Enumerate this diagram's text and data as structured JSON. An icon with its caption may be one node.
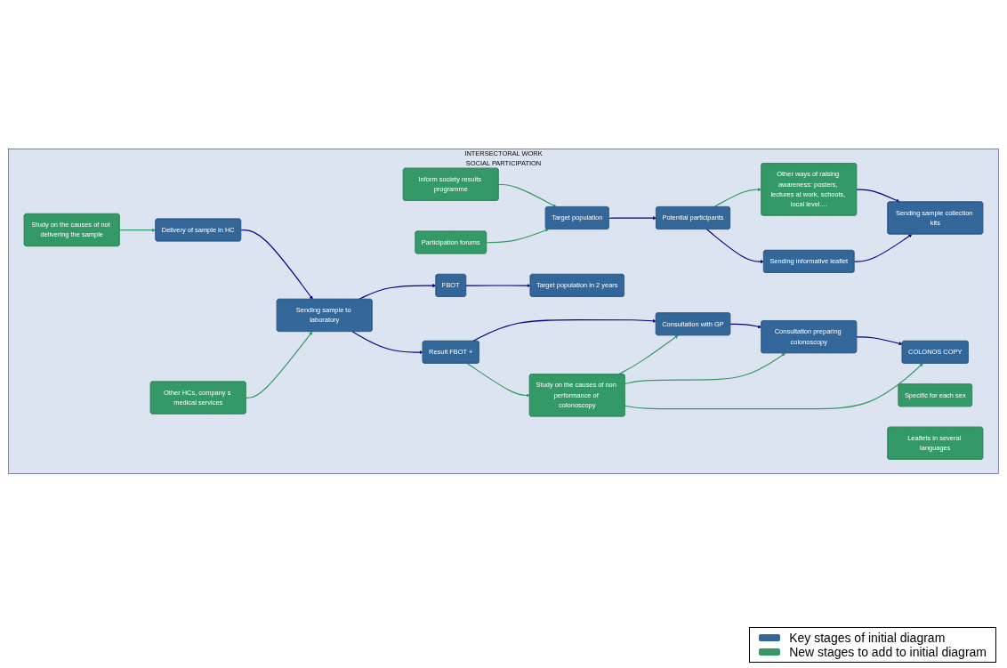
{
  "diagram": {
    "nodes": [
      {
        "text": [
          "INTERSECTORAL WORK",
          "SOCIAL PARTICIPATION"
        ]
      },
      {
        "text": [
          "Inform society results programme"
        ],
        "in": 0
      },
      {
        "text": [
          "Target population"
        ],
        "in": 0
      },
      {
        "text": [
          "Potential participants"
        ],
        "in": 0
      },
      {
        "text": [
          "Other ways of raising awareness: posters, lectures at work, schools, local level...."
        ],
        "in": 0
      },
      {
        "text": [
          "Sending informative leaflet"
        ],
        "in": 0
      },
      {
        "text": [
          "Sending sample collection kits"
        ],
        "in": 0
      },
      {
        "text": [
          "Participation forums"
        ],
        "in": 0
      },
      {
        "text": [
          "Specific for each sex"
        ],
        "in": 0
      },
      {
        "text": [
          "Leaflets in several languages"
        ],
        "in": 0
      },
      {
        "text": [
          "Study on the causes of not delivering the sample"
        ],
        "in": 0
      },
      {
        "text": [
          "Delivery of sample in HC"
        ],
        "in": 0
      },
      {
        "text": [
          "Sending sample to laboratory"
        ],
        "in": 0
      },
      {
        "text": [
          "Result FBOT +"
        ],
        "in": 0
      },
      {
        "text": [
          "Consultation with GP"
        ],
        "in": 0
      },
      {
        "text": [
          "Consultation preparing colonoscopy"
        ],
        "in": 0
      },
      {
        "text": [
          "COLONOS COPY"
        ],
        "in": 0
      },
      {
        "text": [
          "Other HCs, company s medical services"
        ],
        "in": 0
      },
      {
        "text": [
          "FBOT"
        ],
        "in": 0
      },
      {
        "text": [
          "Target population in 2 years"
        ],
        "in": 0
      },
      {
        "text": [
          "Study on the causes of non performance of colonoscopy"
        ],
        "in": 0
      }
    ],
    "edges": [
      {
        "from": 1,
        "to": 2,
        "arrow": "to",
        "color": "#339966"
      },
      {
        "from": 7,
        "to": 2,
        "arrow": "to",
        "color": "#339966"
      },
      {
        "from": 2,
        "to": 3,
        "arrow": "to"
      },
      {
        "from": 3,
        "to": 4,
        "arrow": "to",
        "color": "#339966"
      },
      {
        "from": 3,
        "to": 5,
        "arrow": "to"
      },
      {
        "from": 4,
        "to": 6,
        "arrow": "to"
      },
      {
        "from": 5,
        "to": 6,
        "arrow": "to"
      },
      {
        "from": 10,
        "to": 11,
        "arrow": "to",
        "color": "#339966"
      },
      {
        "from": 11,
        "to": 12,
        "arrow": "to"
      },
      {
        "from": 17,
        "to": 12,
        "arrow": "to",
        "color": "#339966"
      },
      {
        "from": 12,
        "to": 13,
        "arrow": "to"
      },
      {
        "from": 13,
        "to": 14,
        "arrow": "to"
      },
      {
        "from": 14,
        "to": 15,
        "arrow": "to"
      },
      {
        "from": 15,
        "to": 16,
        "arrow": "to"
      },
      {
        "from": 12,
        "to": 18,
        "arrow": "to"
      },
      {
        "from": 18,
        "to": 19,
        "arrow": "to"
      },
      {
        "from": 13,
        "to": 20,
        "arrow": "to",
        "color": "#339966"
      },
      {
        "from": 20,
        "to": 14,
        "arrow": "to",
        "color": "#339966"
      },
      {
        "from": 20,
        "to": 15,
        "arrow": "to",
        "color": "#339966"
      },
      {
        "from": 20,
        "to": 16,
        "arrow": "to",
        "color": "#339966"
      }
    ],
    "legend": [
      {
        "text": "Key stages of initial diagram",
        "color": "#336699"
      },
      {
        "text": "New stages to add to initial diagram",
        "color": "#339966"
      }
    ]
  }
}
